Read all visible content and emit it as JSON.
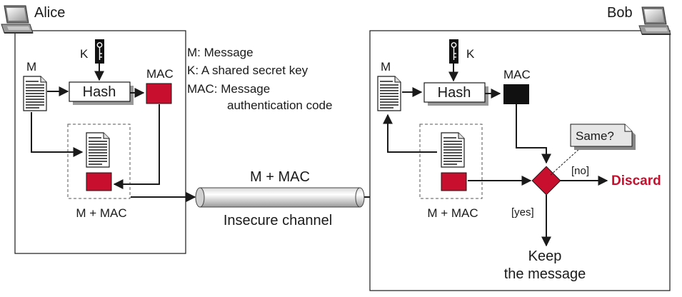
{
  "alice": {
    "name": "Alice",
    "message_label": "M",
    "key_label": "K",
    "hash_label": "Hash",
    "mac_label": "MAC",
    "bundle_label": "M + MAC"
  },
  "bob": {
    "name": "Bob",
    "message_label": "M",
    "key_label": "K",
    "hash_label": "Hash",
    "mac_label": "MAC",
    "bundle_label": "M + MAC"
  },
  "legend": {
    "m": "M: Message",
    "k": "K: A shared secret key",
    "mac_line1": "MAC: Message",
    "mac_line2": "authentication code"
  },
  "channel": {
    "top_label": "M + MAC",
    "bottom_label": "Insecure channel"
  },
  "decision": {
    "question": "Same?",
    "no_label": "[no]",
    "yes_label": "[yes]",
    "discard_label": "Discard",
    "keep_line1": "Keep",
    "keep_line2": "the message"
  },
  "colors": {
    "alice_mac": "#c8102e",
    "bob_mac": "#111111",
    "diamond": "#c8102e",
    "discard": "#c8102e"
  },
  "icons": {
    "computer": "laptop-icon",
    "key": "key-icon",
    "document": "document-icon"
  }
}
